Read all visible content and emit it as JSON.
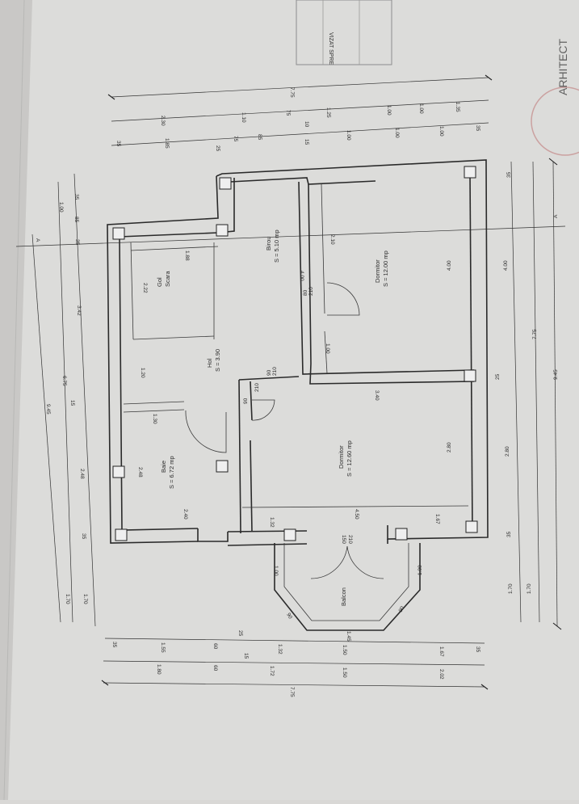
{
  "stamp": {
    "lines": [
      "VIZAT SPRE"
    ]
  },
  "logo": {
    "text": "ARHITECT"
  },
  "rooms": {
    "gs": [
      "Gol",
      "Scara"
    ],
    "hol": [
      "Hol",
      "S = 3.90"
    ],
    "baie": [
      "Baie",
      "S = 6.72 mp"
    ],
    "birou": [
      "Birou",
      "S = 5.10 mp"
    ],
    "dorm1": [
      "Dormitor",
      "S = 12.00 mp"
    ],
    "dorm2": [
      "Dormitor",
      "S = 12.60 mp"
    ],
    "balcon": [
      "Balcon"
    ]
  },
  "dims": {
    "top_total": "7.75",
    "top2": [
      "2.30",
      "1.10",
      "75",
      "1.25",
      "1.00",
      "1.00",
      "1.35"
    ],
    "top3": [
      "35",
      "1.85",
      "25",
      "75",
      "85",
      "10",
      "15",
      "1.00",
      "1.00",
      "1.00",
      "35"
    ],
    "left_total": "9.45",
    "left2": [
      "1.70",
      "6.75",
      "1.00"
    ],
    "left3": [
      "1.70",
      "35",
      "2.48",
      "15",
      "3.42",
      "35",
      "85",
      "35"
    ],
    "right_total": "9.45",
    "right2": [
      "1.70",
      "7.75"
    ],
    "right3": [
      "1.70",
      "35",
      "2.80",
      "25",
      "4.00",
      "35"
    ],
    "bottom_total": "7.75",
    "bottom2": [
      "2.02",
      "1.50",
      "1.72",
      "60",
      "1.80"
    ],
    "bottom3": [
      "35",
      "1.67",
      "1.50",
      "1.45",
      "1.32",
      "15",
      "60",
      "25",
      "1.55",
      "35"
    ],
    "inner": [
      "2.22",
      "1.88",
      "1.20",
      "1.30",
      "2.48",
      "2.40",
      "1.32",
      "4.50",
      "1.67",
      "2.80",
      "3.40",
      "4.00",
      "2.10",
      "1.00",
      "1.00",
      "1.00",
      "4.00"
    ],
    "doors": [
      "80",
      "210",
      "90",
      "210",
      "90",
      "210",
      "150",
      "210",
      "90",
      "90"
    ],
    "axis": "A"
  }
}
